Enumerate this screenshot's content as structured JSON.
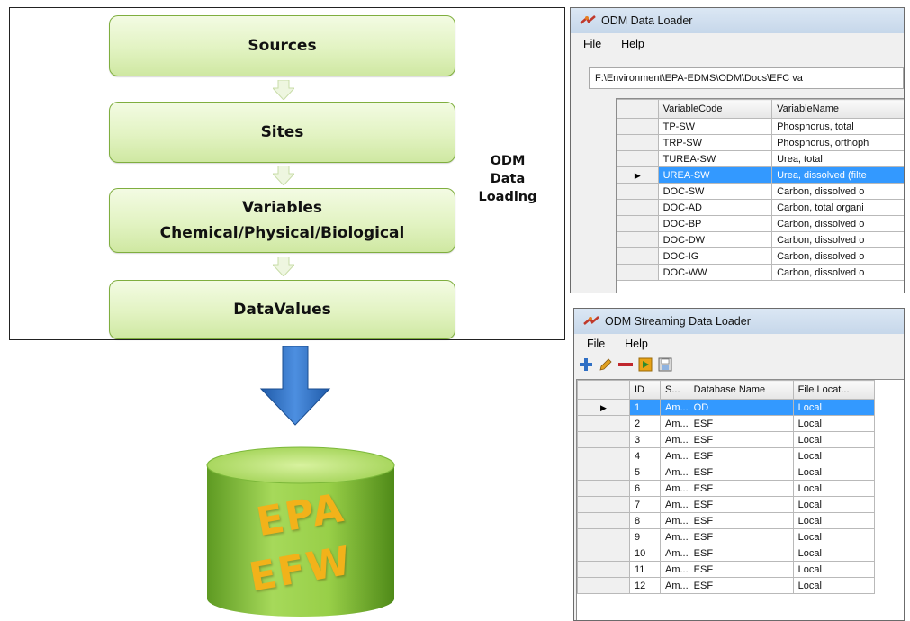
{
  "diagram": {
    "boxes": [
      {
        "label": "Sources"
      },
      {
        "label": "Sites"
      },
      {
        "label": "Variables",
        "line2": "Chemical/Physical/Biological"
      },
      {
        "label": "DataValues"
      }
    ],
    "side_label": [
      "ODM",
      "Data",
      "Loading"
    ],
    "database": {
      "line1": "EPA",
      "line2": "EFW"
    }
  },
  "data_loader": {
    "title": "ODM Data Loader",
    "menu": [
      "File",
      "Help"
    ],
    "path": "F:\\Environment\\EPA-EDMS\\ODM\\Docs\\EFC va",
    "columns": [
      "VariableCode",
      "VariableName"
    ],
    "rows": [
      [
        "TP-SW",
        "Phosphorus, total"
      ],
      [
        "TRP-SW",
        "Phosphorus, orthoph"
      ],
      [
        "TUREA-SW",
        "Urea, total"
      ],
      [
        "UREA-SW",
        "Urea, dissolved (filte"
      ],
      [
        "DOC-SW",
        "Carbon, dissolved o"
      ],
      [
        "DOC-AD",
        "Carbon, total organi"
      ],
      [
        "DOC-BP",
        "Carbon, dissolved o"
      ],
      [
        "DOC-DW",
        "Carbon, dissolved o"
      ],
      [
        "DOC-IG",
        "Carbon, dissolved o"
      ],
      [
        "DOC-WW",
        "Carbon, dissolved o"
      ]
    ],
    "selected_row": 3
  },
  "streaming_loader": {
    "title": "ODM Streaming Data Loader",
    "menu": [
      "File",
      "Help"
    ],
    "toolbar_icons": [
      "add-icon",
      "edit-pencil-icon",
      "delete-icon",
      "run-icon",
      "save-icon"
    ],
    "columns": [
      "ID",
      "S...",
      "Database Name",
      "File Locat..."
    ],
    "rows": [
      [
        "1",
        "Am...",
        "OD",
        "Local"
      ],
      [
        "2",
        "Am...",
        "ESF",
        "Local"
      ],
      [
        "3",
        "Am...",
        "ESF",
        "Local"
      ],
      [
        "4",
        "Am...",
        "ESF",
        "Local"
      ],
      [
        "5",
        "Am...",
        "ESF",
        "Local"
      ],
      [
        "6",
        "Am...",
        "ESF",
        "Local"
      ],
      [
        "7",
        "Am...",
        "ESF",
        "Local"
      ],
      [
        "8",
        "Am...",
        "ESF",
        "Local"
      ],
      [
        "9",
        "Am...",
        "ESF",
        "Local"
      ],
      [
        "10",
        "Am...",
        "ESF",
        "Local"
      ],
      [
        "11",
        "Am...",
        "ESF",
        "Local"
      ],
      [
        "12",
        "Am...",
        "ESF",
        "Local"
      ]
    ],
    "selected_row": 0
  },
  "colors": {
    "box_border": "#7fae3f",
    "box_fill": "#e2f3c2",
    "arrow_blue": "#2f6fc4",
    "db_green": "#8cc63f",
    "db_text": "#f2b21a",
    "selection": "#3399ff"
  }
}
